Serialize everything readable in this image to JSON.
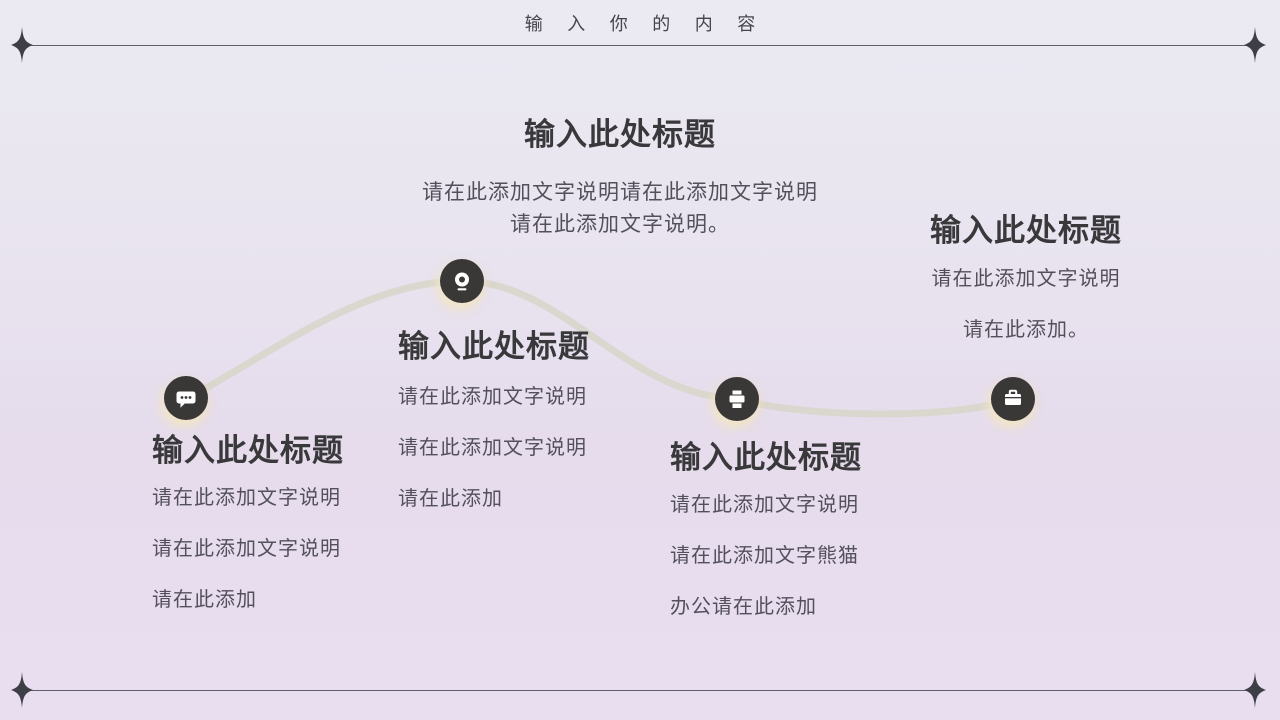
{
  "header": {
    "title": "输 入 你 的 内 容"
  },
  "blocks": [
    {
      "position": "top-center",
      "title": "输入此处标题",
      "lines": [
        "请在此添加文字说明请在此添加文字说明",
        "请在此添加文字说明。"
      ]
    },
    {
      "position": "left",
      "icon": "message-bubble-icon",
      "title": "输入此处标题",
      "lines": [
        "请在此添加文字说明",
        "请在此添加文字说明",
        "请在此添加"
      ]
    },
    {
      "position": "center-left",
      "icon": "webcam-icon",
      "title": "输入此处标题",
      "lines": [
        "请在此添加文字说明",
        "请在此添加文字说明",
        "请在此添加"
      ]
    },
    {
      "position": "center-right",
      "icon": "printer-icon",
      "title": "输入此处标题",
      "lines": [
        "请在此添加文字说明",
        "请在此添加文字熊猫",
        "办公请在此添加"
      ]
    },
    {
      "position": "right",
      "icon": "briefcase-icon",
      "title": "输入此处标题",
      "lines": [
        "请在此添加文字说明",
        "请在此添加。"
      ]
    }
  ],
  "icons": [
    "sparkle-icon",
    "message-bubble-icon",
    "webcam-icon",
    "printer-icon",
    "briefcase-icon"
  ],
  "colors": {
    "background_top": "#ebeaf2",
    "background_bottom": "#e9def0",
    "title_text": "#39393b",
    "body_text": "#53505b",
    "border_line": "#5f5f68",
    "sparkle": "#3e3e46",
    "node_circle": "#3a3737",
    "node_glow": "#f2e6c6",
    "curve": "#d9d6cc"
  }
}
